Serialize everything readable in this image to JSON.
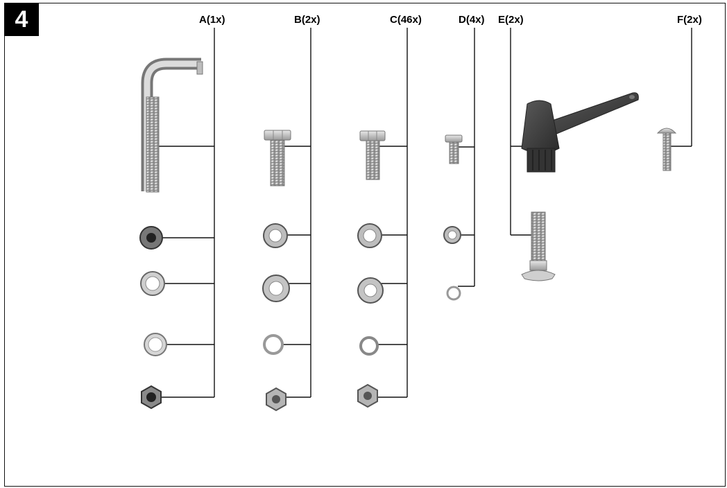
{
  "figure": {
    "step_number": "4",
    "parts": [
      {
        "id": "A",
        "label": "A(1x)"
      },
      {
        "id": "B",
        "label": "B(2x)"
      },
      {
        "id": "C",
        "label": "C(46x)"
      },
      {
        "id": "D",
        "label": "D(4x)"
      },
      {
        "id": "E",
        "label": "E(2x)"
      },
      {
        "id": "F",
        "label": "F(2x)"
      }
    ]
  },
  "colors": {
    "line": "#111111",
    "metal_light": "#d8d8d8",
    "metal_mid": "#a9a9a9",
    "metal_dark": "#555555",
    "knob": "#3a3a3a"
  }
}
